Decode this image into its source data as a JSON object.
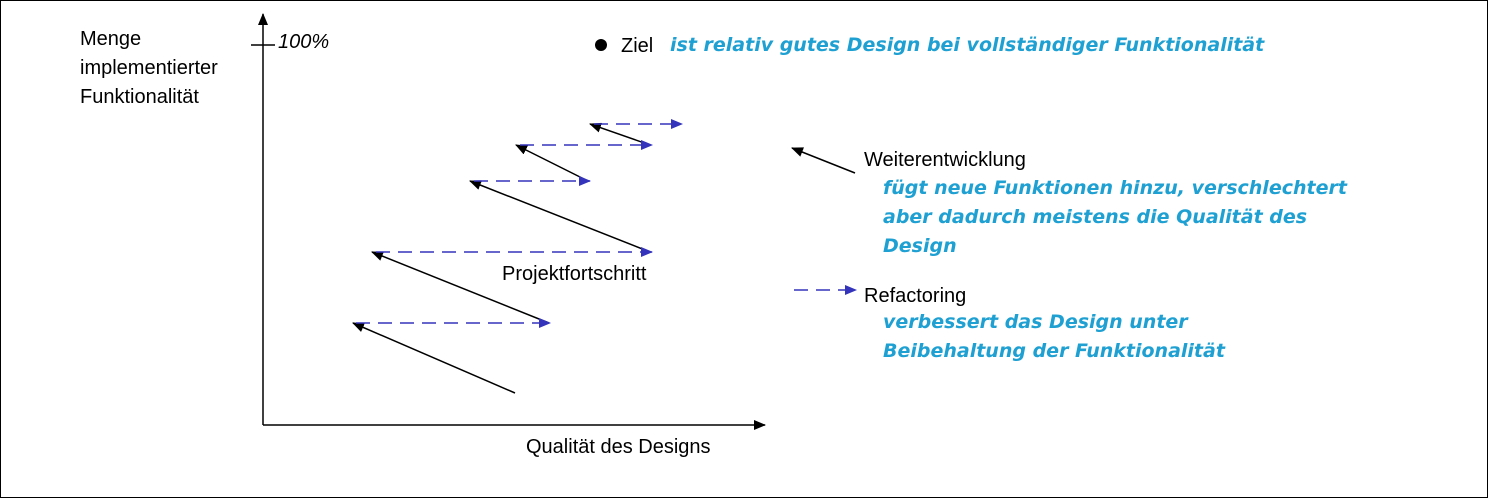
{
  "y_axis_label": [
    "Menge",
    "implementierter",
    "Funktionalität"
  ],
  "y_tick_label": "100%",
  "x_axis_label": "Qualität des Designs",
  "goal": {
    "prefix": "Ziel",
    "text": "ist relativ gutes Design bei vollständiger Funktionalität"
  },
  "progress_label": "Projektfortschritt",
  "legend": {
    "development": {
      "title": "Weiterentwicklung",
      "description": [
        "fügt neue Funktionen hinzu, verschlechtert",
        "aber dadurch meistens die Qualität des",
        "Design"
      ]
    },
    "refactoring": {
      "title": "Refactoring",
      "description": [
        "verbessert das Design unter",
        "Beibehaltung der Funktionalität"
      ]
    }
  },
  "colors": {
    "development_arrow": "#000000",
    "refactoring_arrow": "#3333bb",
    "annotation_text": "#1ea0d2"
  }
}
